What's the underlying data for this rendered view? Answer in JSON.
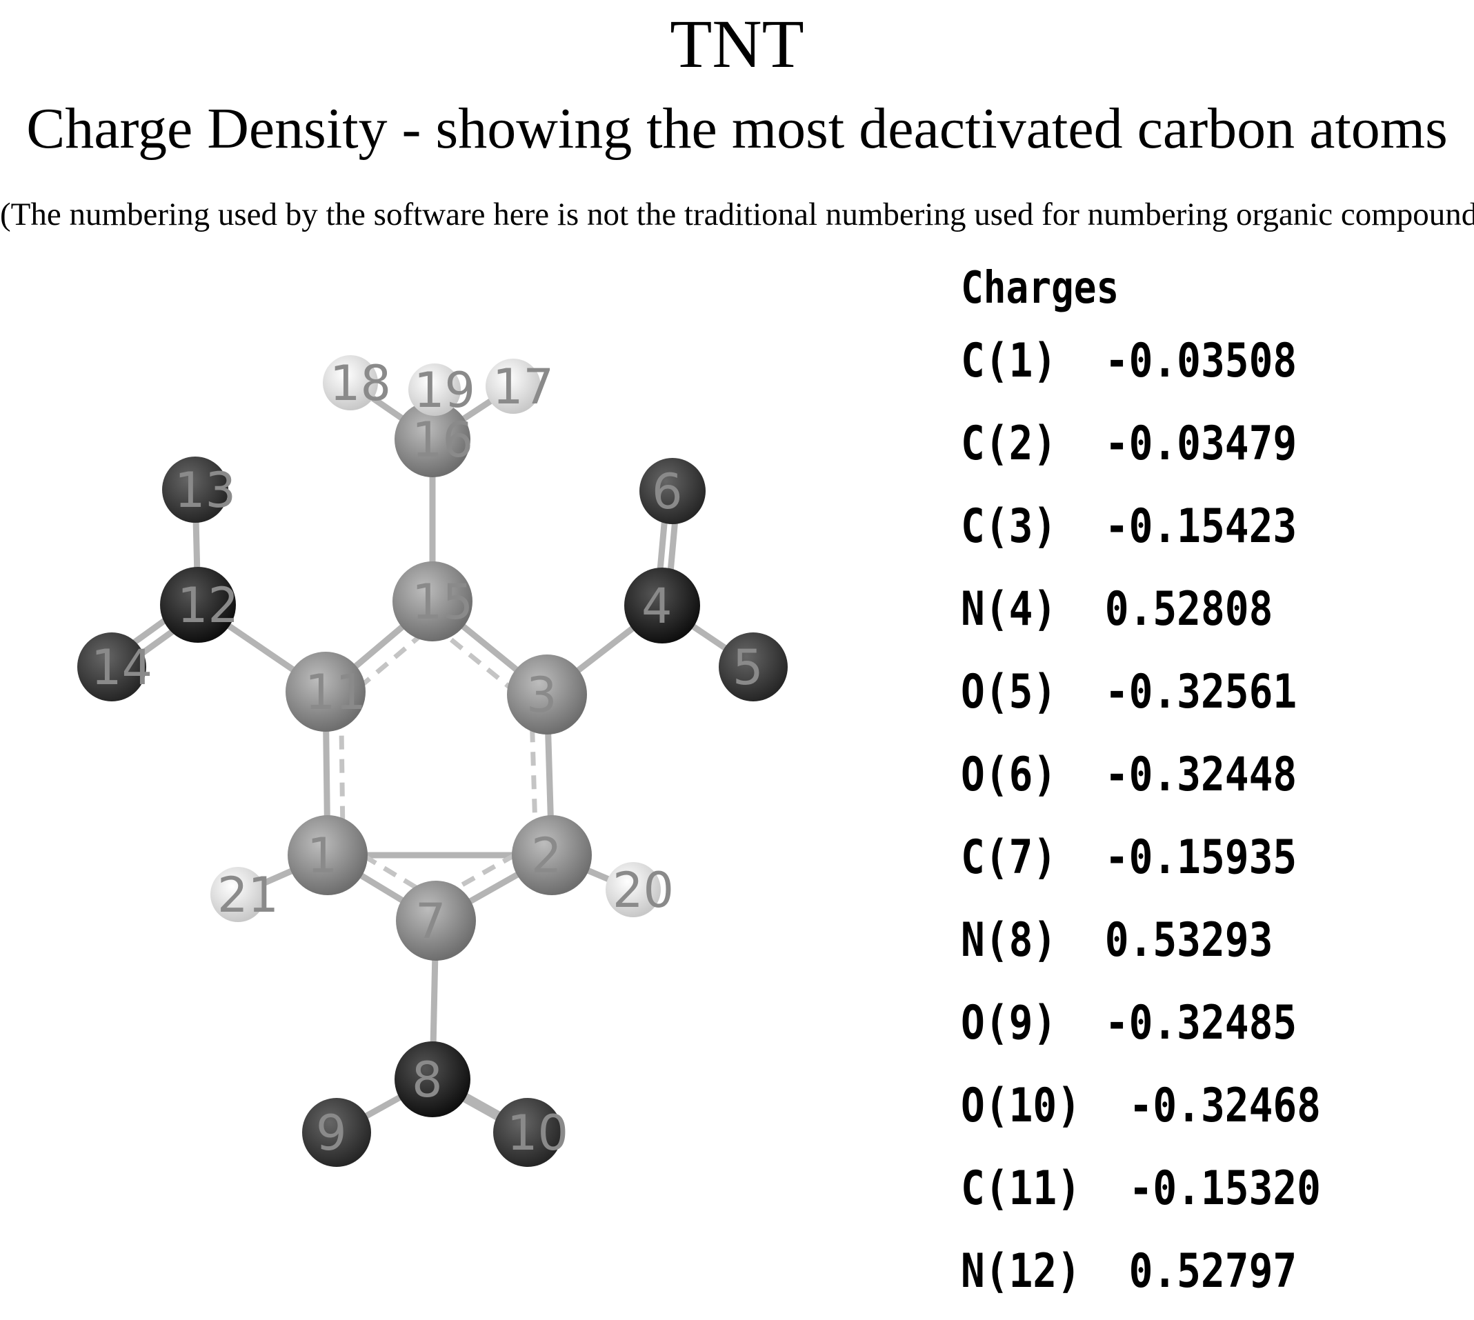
{
  "title": "TNT",
  "subtitle": "Charge Density -  showing the most deactivated carbon atoms",
  "note": "(The numbering used by the software here is not the traditional numbering used for numbering organic compounds)",
  "charges": {
    "heading": "Charges",
    "rows": [
      "C(1)  -0.03508",
      "C(2)  -0.03479",
      "C(3)  -0.15423",
      "N(4)  0.52808",
      "O(5)  -0.32561",
      "O(6)  -0.32448",
      "C(7)  -0.15935",
      "N(8)  0.53293",
      "O(9)  -0.32485",
      "O(10)  -0.32468",
      "C(11)  -0.15320",
      "N(12)  0.52797"
    ]
  },
  "molecule": {
    "atom_labels": [
      "1",
      "2",
      "3",
      "4",
      "5",
      "6",
      "7",
      "8",
      "9",
      "10",
      "11",
      "12",
      "13",
      "14",
      "15",
      "16",
      "17",
      "18",
      "19",
      "20",
      "21"
    ],
    "colors": {
      "carbon": "#8c8c8c",
      "nitrogen": "#1a1a1a",
      "oxygen": "#3a3a3a",
      "hydrogen": "#e6e6e6",
      "bond": "#b4b4b4"
    }
  }
}
